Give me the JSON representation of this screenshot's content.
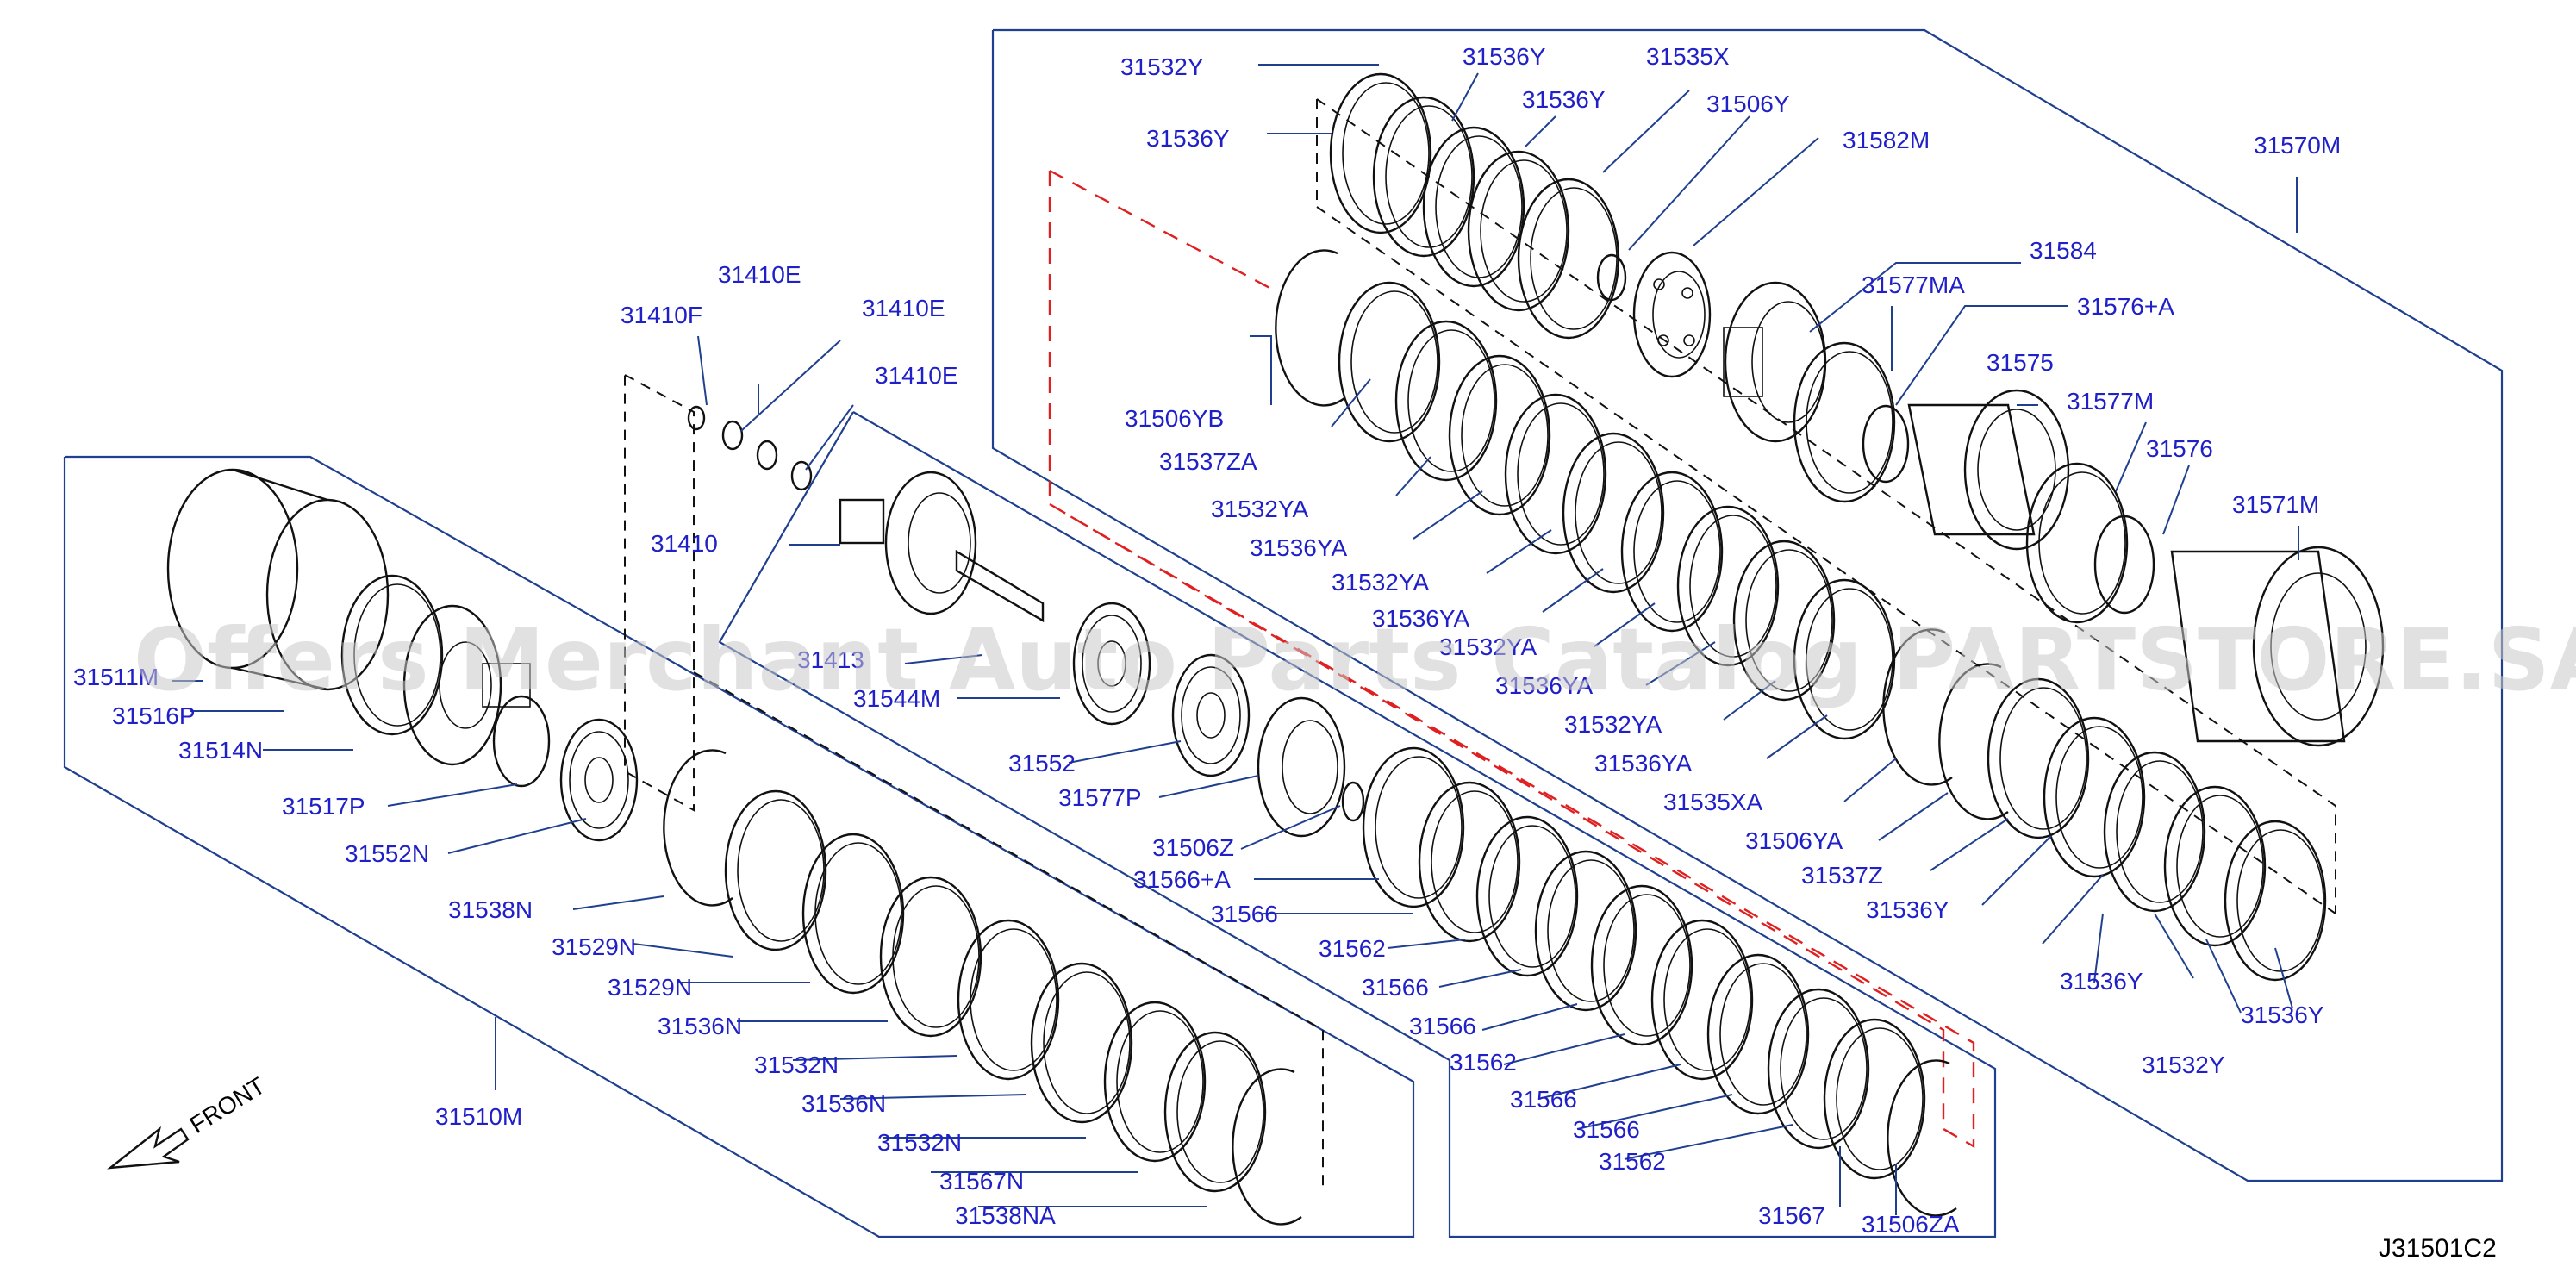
{
  "diagram_code": "J31501C2",
  "front_label": "FRONT",
  "watermark": "Offers Merchant Auto Parts Catalog PARTSTORE.SA",
  "colors": {
    "label": "#2020c8",
    "frame": "#1f3f8f",
    "red_dash": "#e02020",
    "part": "#111111"
  },
  "labels": [
    "31532Y",
    "31536Y",
    "31536Y",
    "31535X",
    "31536Y",
    "31506Y",
    "31582M",
    "31570M",
    "31410E",
    "31410F",
    "31410E",
    "31410E",
    "31410",
    "31584",
    "31577MA",
    "31576+A",
    "31506YB",
    "31537ZA",
    "31575",
    "31577M",
    "31576",
    "31532YA",
    "31536YA",
    "31571M",
    "31532YA",
    "31536YA",
    "31532YA",
    "31536YA",
    "31532YA",
    "31536YA",
    "31535XA",
    "31506YA",
    "31537Z",
    "31536Y",
    "31536Y",
    "31532Y",
    "31536Y",
    "31511M",
    "31516P",
    "31514N",
    "31517P",
    "31552N",
    "31538N",
    "31529N",
    "31529N",
    "31536N",
    "31532N",
    "31536N",
    "31532N",
    "31567N",
    "31538NA",
    "31510M",
    "31413",
    "31544M",
    "31552",
    "31577P",
    "31506Z",
    "31566+A",
    "31566",
    "31562",
    "31566",
    "31566",
    "31562",
    "31566",
    "31566",
    "31562",
    "31567",
    "31506ZA"
  ]
}
